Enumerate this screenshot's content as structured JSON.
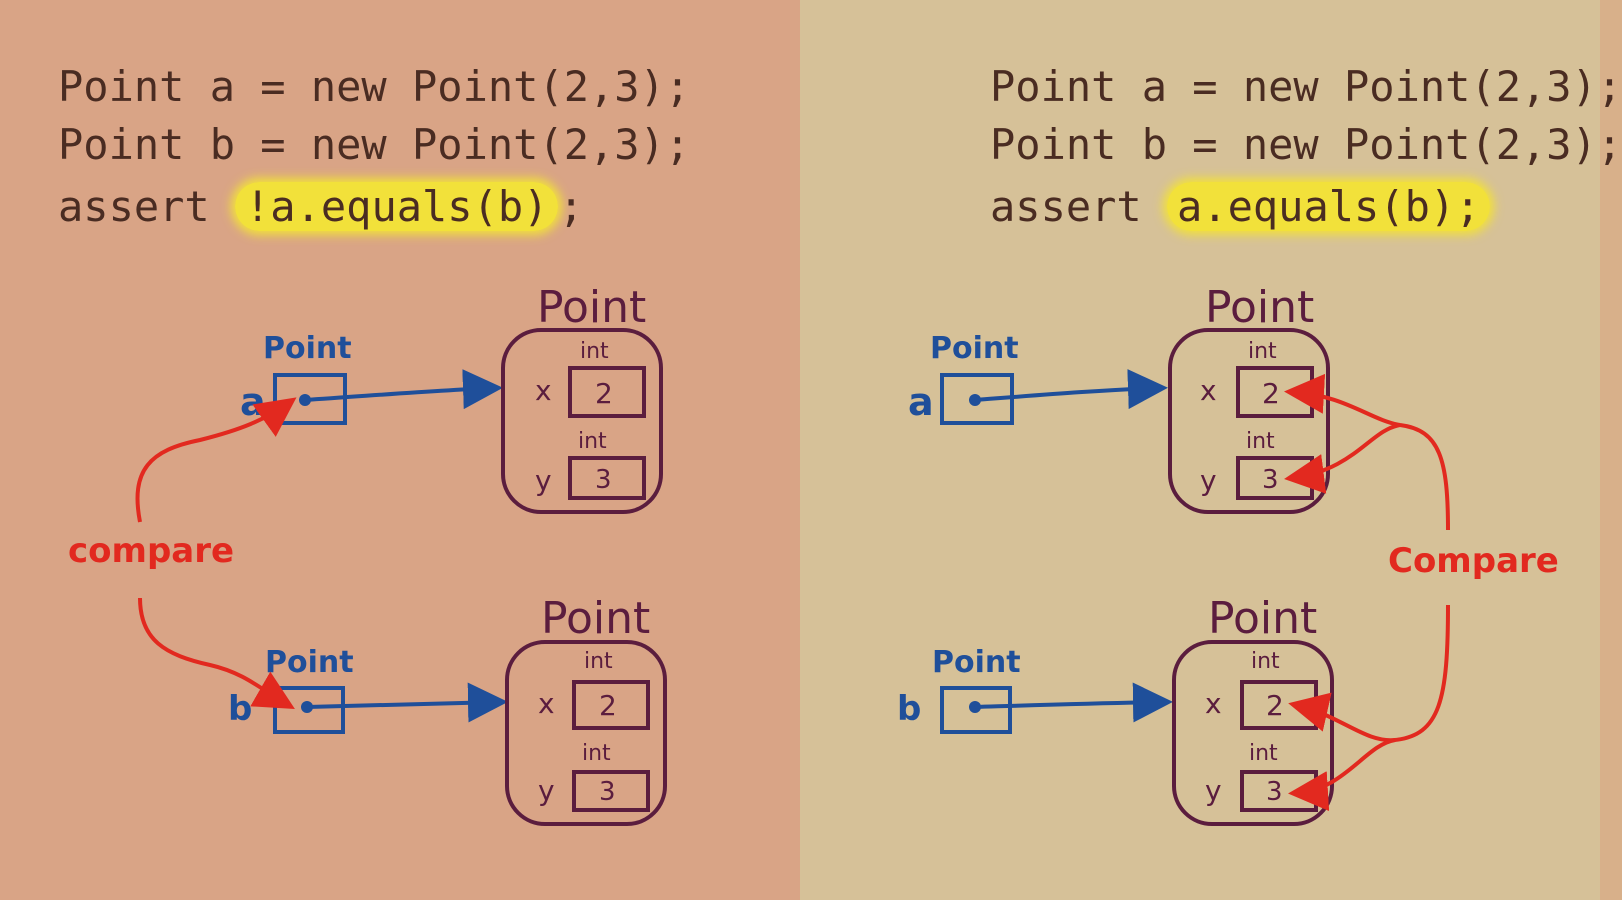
{
  "left": {
    "code_line_1": "Point a = new Point(2,3);",
    "code_line_2": "Point b = new Point(2,3);",
    "code_line_3_pre": "assert ",
    "code_line_3_hl": "!a.equals(b)",
    "code_line_3_post": ";",
    "ref_a": {
      "type": "Point",
      "var": "a"
    },
    "ref_b": {
      "type": "Point",
      "var": "b"
    },
    "obj_1": {
      "type": "Point",
      "x_type": "int",
      "x_name": "x",
      "x_value": "2",
      "y_type": "int",
      "y_name": "y",
      "y_value": "3"
    },
    "obj_2": {
      "type": "Point",
      "x_type": "int",
      "x_name": "x",
      "x_value": "2",
      "y_type": "int",
      "y_name": "y",
      "y_value": "3"
    },
    "compare_label": "compare"
  },
  "right": {
    "code_line_1": "Point a = new Point(2,3);",
    "code_line_2": "Point b = new Point(2,3);",
    "code_line_3_pre": "assert ",
    "code_line_3_hl": "a.equals(b);",
    "code_line_3_post": "",
    "ref_a": {
      "type": "Point",
      "var": "a"
    },
    "ref_b": {
      "type": "Point",
      "var": "b"
    },
    "obj_1": {
      "type": "Point",
      "x_type": "int",
      "x_name": "x",
      "x_value": "2",
      "y_type": "int",
      "y_name": "y",
      "y_value": "3"
    },
    "obj_2": {
      "type": "Point",
      "x_type": "int",
      "x_name": "x",
      "x_value": "2",
      "y_type": "int",
      "y_name": "y",
      "y_value": "3"
    },
    "compare_label": "Compare"
  },
  "colors": {
    "left_bg": "#d9a486",
    "right_bg": "#d6c198",
    "code_text": "#4a2c22",
    "highlight": "#f2e13a",
    "reference": "#1f4f9a",
    "object": "#5b1d3e",
    "compare": "#e2291f"
  }
}
